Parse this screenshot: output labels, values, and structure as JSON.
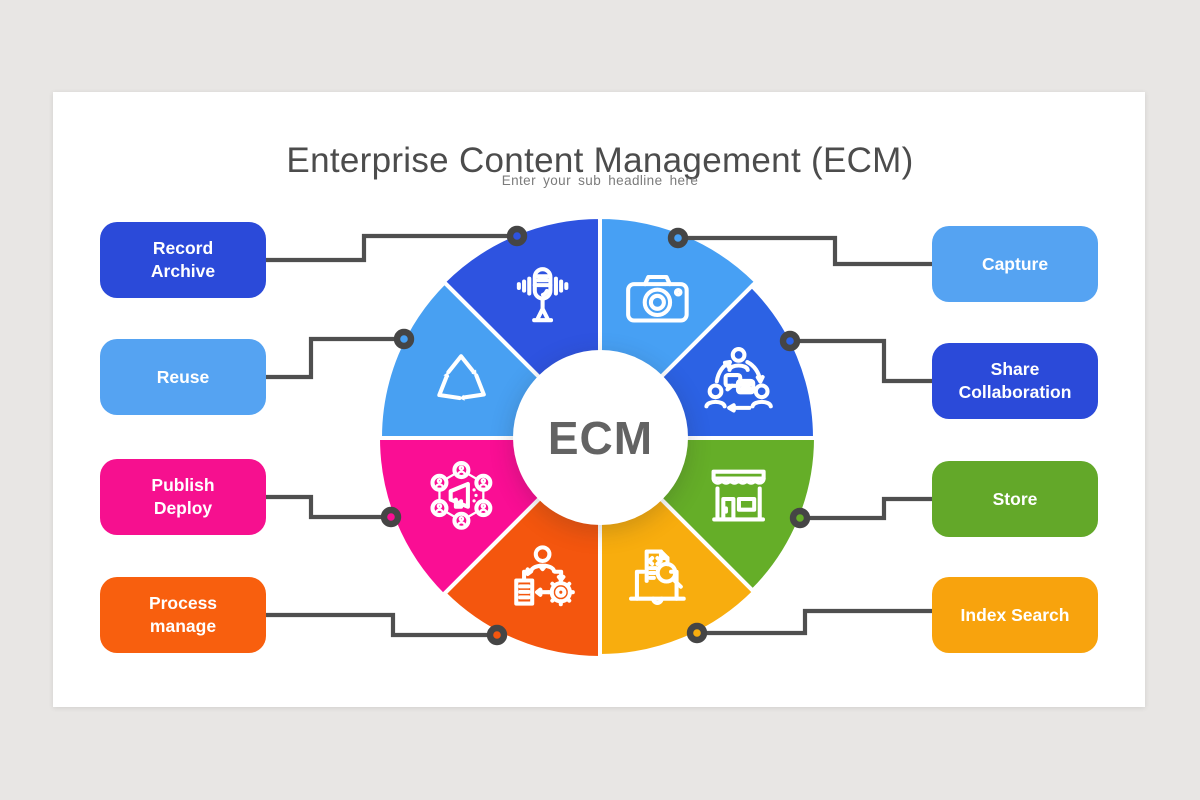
{
  "slide": {
    "title": "Enterprise Content Management (ECM)",
    "subtitle": "Enter your sub headline here",
    "center_label": "ECM"
  },
  "colors": {
    "page_background": "#e8e6e4",
    "slide_background": "#ffffff",
    "connector_line": "#4f4f4f",
    "dot_ring": "#454545",
    "title_text": "#4c4c4c",
    "subtitle_text": "#7b7b7b",
    "center_text": "#636363",
    "icon_stroke": "#ffffff"
  },
  "left_boxes": [
    {
      "label": "Record\nArchive",
      "color": "#2b4ad9",
      "segment": "record-archive"
    },
    {
      "label": "Reuse",
      "color": "#55a3f2",
      "segment": "reuse"
    },
    {
      "label": "Publish\nDeploy",
      "color": "#f6108f",
      "segment": "publish-deploy"
    },
    {
      "label": "Process\nmanage",
      "color": "#f85f0e",
      "segment": "process-manage"
    }
  ],
  "right_boxes": [
    {
      "label": "Capture",
      "color": "#55a3f2",
      "segment": "capture"
    },
    {
      "label": "Share\nCollaboration",
      "color": "#2b4ad9",
      "segment": "share-collaboration"
    },
    {
      "label": "Store",
      "color": "#63a829",
      "segment": "store"
    },
    {
      "label": "Index Search",
      "color": "#f8a30d",
      "segment": "index-search"
    }
  ],
  "segments": [
    {
      "name": "record-archive",
      "label": "Record Archive",
      "color": "#2e53e0",
      "icon": "microphone-icon"
    },
    {
      "name": "capture",
      "label": "Capture",
      "color": "#47a0f4",
      "icon": "camera-icon"
    },
    {
      "name": "share-collaboration",
      "label": "Share Collaboration",
      "color": "#2c62e4",
      "icon": "share-collaboration-icon"
    },
    {
      "name": "store",
      "label": "Store",
      "color": "#65ae28",
      "icon": "store-icon"
    },
    {
      "name": "index-search",
      "label": "Index Search",
      "color": "#f8ad0e",
      "icon": "index-search-icon"
    },
    {
      "name": "process-manage",
      "label": "Process manage",
      "color": "#f4560e",
      "icon": "process-manage-icon"
    },
    {
      "name": "publish-deploy",
      "label": "Publish Deploy",
      "color": "#fa0e94",
      "icon": "publish-deploy-icon"
    },
    {
      "name": "reuse",
      "label": "Reuse",
      "color": "#48a0f2",
      "icon": "recycle-icon"
    }
  ]
}
